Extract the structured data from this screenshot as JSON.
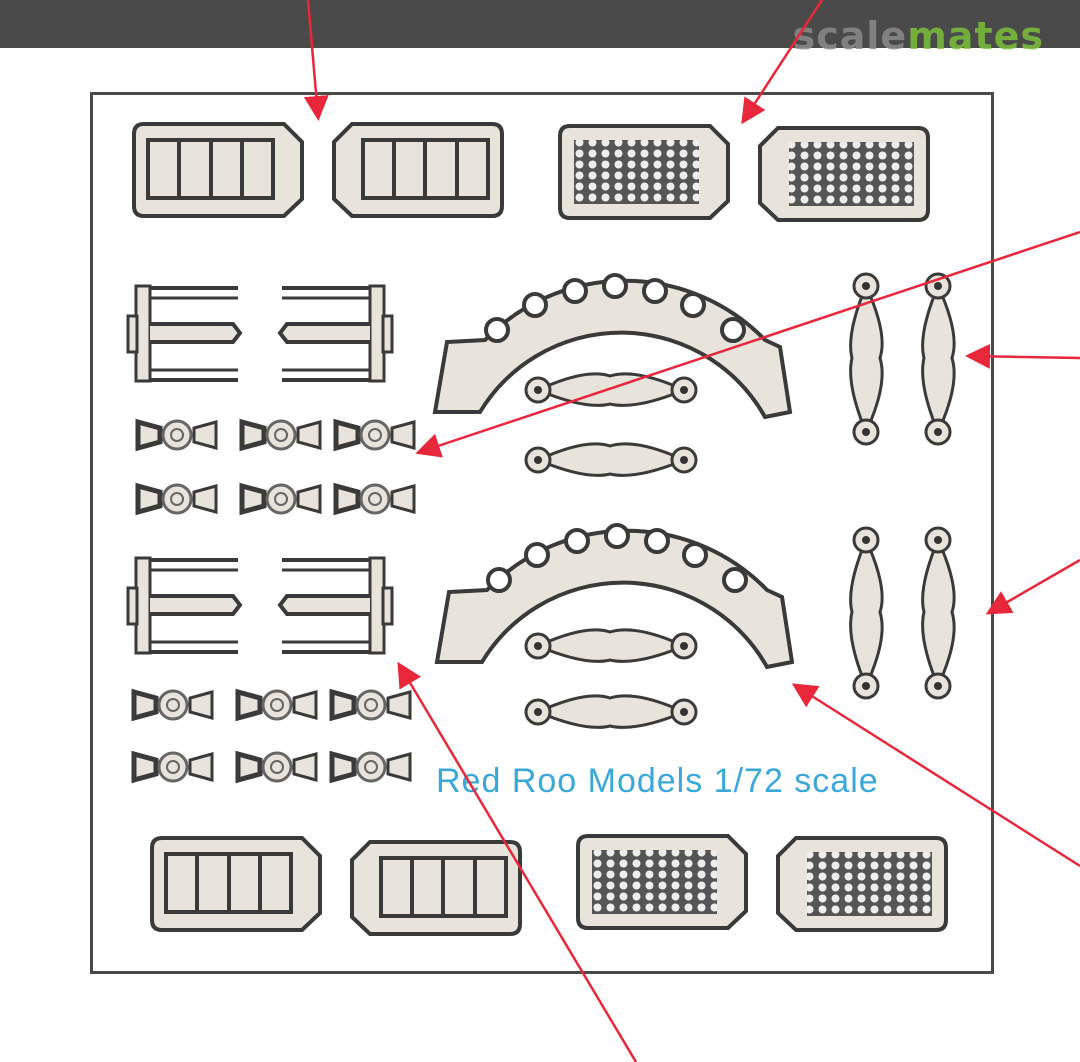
{
  "header": {
    "logo_part1": "scale",
    "logo_part2": "mates"
  },
  "fret": {
    "caption": "Red Roo Models  1/72 scale",
    "colors": {
      "part_fill": "#e8e4dc",
      "part_stroke": "#3a3a3a",
      "frame": "#4a4a4a",
      "caption": "#3aa8d8",
      "arrow": "#e8283a",
      "logo_gray": "#8a8a8a",
      "logo_green": "#7bbf3a"
    },
    "parts": [
      {
        "name": "louvre-panel",
        "count": 4,
        "description": "four-slot vent panel"
      },
      {
        "name": "mesh-panel",
        "count": 4,
        "description": "perforated mesh grille"
      },
      {
        "name": "comb-bracket",
        "count": 4,
        "description": "E-shaped bracket"
      },
      {
        "name": "bow-tie-fitting",
        "count": 12,
        "description": "small bow-tie fitting with centre rivet"
      },
      {
        "name": "arc-ring",
        "count": 2,
        "description": "arc with seven holes"
      },
      {
        "name": "link-strap",
        "count": 8,
        "description": "diamond link strap with end holes"
      }
    ]
  }
}
